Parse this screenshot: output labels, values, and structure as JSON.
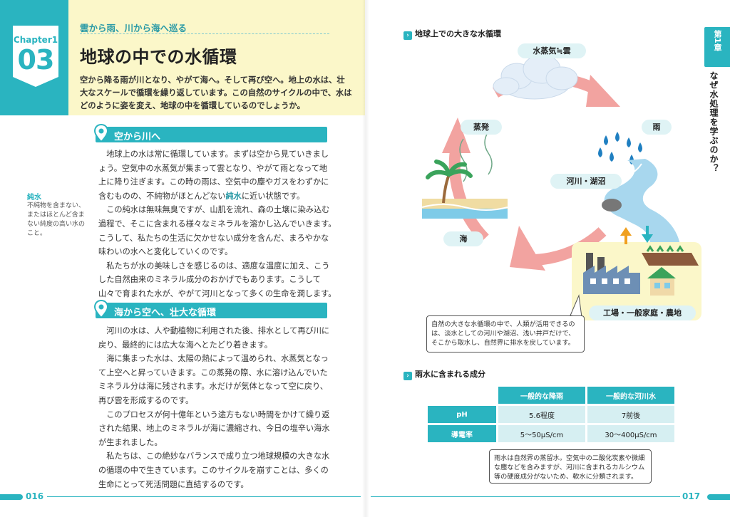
{
  "left": {
    "chapter": {
      "label": "Chapter1",
      "number": "03"
    },
    "kicker": "雲から雨、川から海へ巡る",
    "title": "地球の中での水循環",
    "lead": [
      "空から降る雨が川となり、やがて海へ。そして再び空へ。地上の水は、壮",
      "大なスケールで循環を繰り返しています。この自然のサイクルの中で、水は",
      "どのように姿を変え、地球の中を循環しているのでしょうか。"
    ],
    "section1": {
      "heading": "空から川へ",
      "lines": [
        "　地球上の水は常に循環しています。まずは空から見ていきまし",
        "ょう。空気中の水蒸気が集まって雲となり、やがて雨となって地",
        "上に降り注ぎます。この時の雨は、空気中の塵やガスをわずかに",
        {
          "before": "含むものの、不純物がほとんどない",
          "highlight": "純水",
          "after": "に近い状態です。"
        },
        "　この純水は無味無臭ですが、山肌を流れ、森の土壌に染み込む",
        "過程で、そこに含まれる様々なミネラルを溶かし込んでいきます。",
        "こうして、私たちの生活に欠かせない成分を含んだ、まろやかな",
        "味わいの水へと変化していくのです。",
        "　私たちが水の美味しさを感じるのは、適度な温度に加え、こう",
        "した自然由来のミネラル成分のおかげでもあります。こうして",
        "山々で育まれた水が、やがて河川となって多くの生命を潤します。"
      ]
    },
    "section2": {
      "heading": "海から空へ、壮大な循環",
      "lines": [
        "　河川の水は、人や動植物に利用された後、排水として再び川に",
        "戻り、最終的には広大な海へとたどり着きます。",
        "　海に集まった水は、太陽の熱によって温められ、水蒸気となっ",
        "て上空へと昇っていきます。この蒸発の際、水に溶け込んでいた",
        "ミネラル分は海に残されます。水だけが気体となって空に戻り、",
        "再び雲を形成するのです。",
        "　このプロセスが何十億年という途方もない時間をかけて繰り返",
        "された結果、地上のミネラルが海に濃縮され、今日の塩辛い海水",
        "が生まれました。",
        "　私たちは、この絶妙なバランスで成り立つ地球規模の大きな水",
        "の循環の中で生きています。このサイクルを崩すことは、多くの",
        "生命にとって死活問題に直結するのです。"
      ]
    },
    "side_note": {
      "term": "純水",
      "lines": [
        "不純物を含まない、",
        "またはほとんど含ま",
        "ない純度の高い水の",
        "こと。"
      ]
    },
    "page_number": "016"
  },
  "right": {
    "chapter_tab": "第1章",
    "vertical_title": "なぜ水処理を学ぶのか？",
    "figure1": {
      "heading": "地球上での大きな水循環",
      "labels": {
        "cloud": "水蒸気≒雲",
        "rain": "雨",
        "evaporation": "蒸発",
        "river": "河川・湖沼",
        "sea": "海",
        "human": "工場・一般家庭・農地"
      },
      "bubble": [
        "自然の大きな水循環の中で、人類が活用できるの",
        "は、淡水としての河川や湖沼、浅い井戸だけで、",
        "そこから取水し、自然界に排水を戻しています。"
      ]
    },
    "figure2": {
      "heading": "雨水に含まれる成分",
      "columns": [
        "一般的な降雨",
        "一般的な河川水"
      ],
      "rows": [
        {
          "label": "pH",
          "values": [
            "5.6程度",
            "7前後"
          ]
        },
        {
          "label": "導電率",
          "values": [
            "5～50μS/cm",
            "30～400μS/cm"
          ]
        }
      ],
      "note": [
        "雨水は自然界の蒸留水。空気中の二酸化炭素や微細",
        "な塵などを含みますが、河川に含まれるカルシウム",
        "等の硬度成分がないため、軟水に分類されます。"
      ]
    },
    "page_number": "017"
  },
  "colors": {
    "accent": "#2ab4c0",
    "header_bg": "#fbf7c9",
    "arrow": "#f2a3a0",
    "label_bg": "#dff3f5"
  },
  "icons": [
    "location-pin-icon",
    "chevron-right-icon",
    "cloud-icon",
    "raindrop-icon",
    "palm-tree-icon",
    "factory-icon",
    "house-icon",
    "field-icon",
    "up-arrow-icon",
    "down-arrow-icon"
  ]
}
